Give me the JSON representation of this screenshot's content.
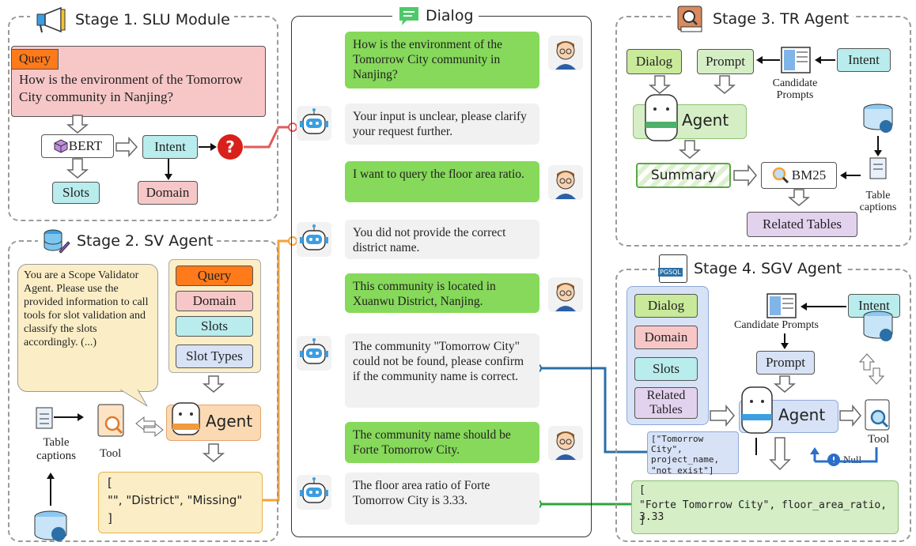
{
  "dialog_title": "Dialog",
  "stage1": {
    "title": "Stage 1. SLU Module",
    "query_label": "Query",
    "query_text": "How is the environment of the Tomorrow City community in Nanjing?",
    "bert": "BERT",
    "intent": "Intent",
    "slots": "Slots",
    "domain": "Domain",
    "unknown": "?"
  },
  "stage2": {
    "title": "Stage 2. SV Agent",
    "prompt": "You are a Scope Validator Agent. Please use the provided information to call tools for slot validation and classify the slots accordingly. (...)",
    "inputs": [
      "Query",
      "Domain",
      "Slots",
      "Slot Types"
    ],
    "agent": "Agent",
    "tool": "Tool",
    "table_captions": "Table captions",
    "output_open": "[",
    "output_body": "\"\", \"District\", \"Missing\"",
    "output_close": "]"
  },
  "stage3": {
    "title": "Stage 3. TR Agent",
    "dialog": "Dialog",
    "prompt": "Prompt",
    "intent": "Intent",
    "candidate_prompts": "Candidate Prompts",
    "agent": "Agent",
    "summary": "Summary",
    "bm25": "BM25",
    "table_captions": "Table captions",
    "related_tables": "Related  Tables"
  },
  "stage4": {
    "title": "Stage 4. SGV Agent",
    "pgsql": "PGSQL",
    "inputs": [
      "Dialog",
      "Domain",
      "Slots",
      "Related Tables"
    ],
    "intent": "Intent",
    "candidate_prompts": "Candidate Prompts",
    "prompt": "Prompt",
    "agent": "Agent",
    "tool": "Tool",
    "null": "Null",
    "note": "[\"Tomorrow City\", project_name, \"not exist\"]",
    "result_open": "[",
    "result_body": "\"Forte Tomorrow City\", floor_area_ratio, 3.33",
    "result_close": "]"
  },
  "messages": [
    {
      "role": "user",
      "text": "How is the environment of the Tomorrow City community in Nanjing?"
    },
    {
      "role": "bot",
      "text": "Your input is unclear, please clarify your request further."
    },
    {
      "role": "user",
      "text": "I want to query the floor area ratio."
    },
    {
      "role": "bot",
      "text": "You did not provide the correct district name."
    },
    {
      "role": "user",
      "text": "This community is located in Xuanwu District, Nanjing."
    },
    {
      "role": "bot",
      "text": "The community \"Tomorrow City\" could not be found, please confirm if the community name is correct."
    },
    {
      "role": "user",
      "text": "The community name should be Forte Tomorrow City."
    },
    {
      "role": "bot",
      "text": "The floor area ratio of Forte Tomorrow City is 3.33."
    }
  ],
  "colors": {
    "user_bubble": "#86d95a",
    "bot_bubble": "#f1f1f1",
    "query_fill": "#f7c7c7",
    "intent_fill": "#b9ecec",
    "domain_fill": "#f7c7c7",
    "orange_line": "#f4a23a",
    "red_line": "#e25a5a",
    "blue_line": "#2b6fa6",
    "green_line": "#2ea43a"
  }
}
